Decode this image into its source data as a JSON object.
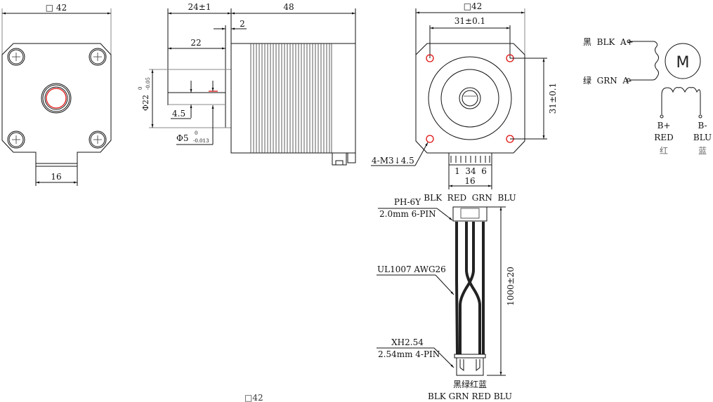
{
  "front_view": {
    "width_label": "□ 42",
    "tab_width_label": "16"
  },
  "side_view": {
    "shaft_length_label": "24±1",
    "body_length_label": "48",
    "flange_label": "2",
    "shaft_flat_label": "22",
    "boss_diameter_label": "Φ22",
    "boss_tolerance_upper": "0",
    "boss_tolerance_lower": "-0.05",
    "flat_depth_label": "4.5",
    "shaft_diameter_label": "Φ5",
    "shaft_tolerance_upper": "0",
    "shaft_tolerance_lower": "-0.013"
  },
  "rear_view": {
    "width_label": "□42",
    "hole_spacing_h": "31±0.1",
    "hole_spacing_v": "31±0.1",
    "mount_holes": "4-M3↓4.5",
    "pin_numbers": "1  34  6",
    "connector_width": "16",
    "wire_order_top": "BLK  RED  GRN  BLU"
  },
  "cable": {
    "top_connector": "PH-6Y",
    "top_connector_spec": "2.0mm 6-PIN",
    "wire_spec": "UL1007 AWG26",
    "bottom_connector": "XH2.54",
    "bottom_connector_spec": "2.54mm 4-PIN",
    "length_label": "1000±20",
    "bottom_colors_cn": "黑绿红蓝",
    "bottom_colors": "BLK GRN RED BLU",
    "partial_label": "□42"
  },
  "schematic": {
    "a_plus": "黑  BLK  A+",
    "a_minus": "绿  GRN  A-",
    "motor": "M",
    "b_plus": "B+",
    "b_plus_color": "RED",
    "b_plus_cn": "红",
    "b_minus": "B-",
    "b_minus_color": "BLU",
    "b_minus_cn": "蓝"
  },
  "colors": {
    "line": "#111111",
    "highlight": "#e01010"
  }
}
